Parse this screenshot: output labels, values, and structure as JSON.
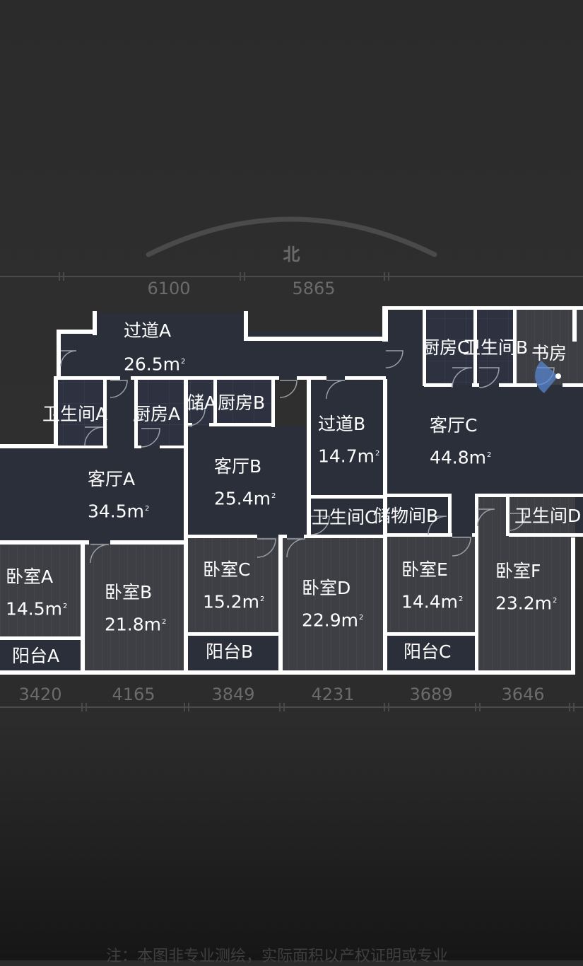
{
  "compass": {
    "label": "北"
  },
  "dims_top": [
    "6100",
    "5865"
  ],
  "dims_bottom": [
    "3420",
    "4165",
    "3849",
    "4231",
    "3689",
    "3646"
  ],
  "rooms": [
    {
      "name": "过道A",
      "area": "26.5m"
    },
    {
      "name": "卫生间A",
      "area": ""
    },
    {
      "name": "厨房A",
      "area": ""
    },
    {
      "name": "储A",
      "area": ""
    },
    {
      "name": "厨房B",
      "area": ""
    },
    {
      "name": "客厅A",
      "area": "34.5m"
    },
    {
      "name": "客厅B",
      "area": "25.4m"
    },
    {
      "name": "过道B",
      "area": "14.7m"
    },
    {
      "name": "客厅C",
      "area": "44.8m"
    },
    {
      "name": "厨房C",
      "area": ""
    },
    {
      "name": "卫生间B",
      "area": ""
    },
    {
      "name": "书房",
      "area": ""
    },
    {
      "name": "卫生间C",
      "area": ""
    },
    {
      "name": "储物间B",
      "area": ""
    },
    {
      "name": "卫生间D",
      "area": ""
    },
    {
      "name": "卧室A",
      "area": "14.5m"
    },
    {
      "name": "卧室B",
      "area": "21.8m"
    },
    {
      "name": "卧室C",
      "area": "15.2m"
    },
    {
      "name": "卧室D",
      "area": "22.9m"
    },
    {
      "name": "卧室E",
      "area": "14.4m"
    },
    {
      "name": "卧室F",
      "area": "23.2m"
    },
    {
      "name": "阳台A",
      "area": ""
    },
    {
      "name": "阳台B",
      "area": ""
    },
    {
      "name": "阳台C",
      "area": ""
    }
  ],
  "area_unit_sup": "2",
  "note": "注：本图非专业测绘，实际面积以产权证明或专业"
}
